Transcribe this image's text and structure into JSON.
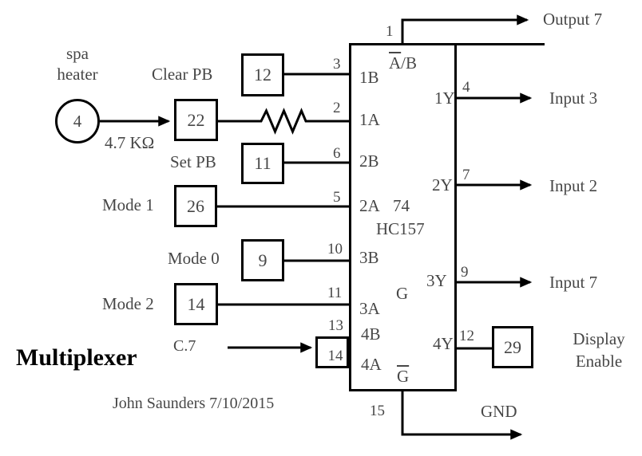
{
  "diagram": {
    "title": "Multiplexer",
    "credit": "John Saunders 7/10/2015",
    "source_node": {
      "line1": "spa",
      "line2": "heater",
      "value": "4"
    },
    "resistor_value": "4.7 KΩ",
    "c7_label": "C.7",
    "left_inputs": [
      {
        "label": "Clear PB",
        "module": "12",
        "pin": "3",
        "pin_name": "1B"
      },
      {
        "label": "",
        "module": "22",
        "pin": "2",
        "pin_name": "1A"
      },
      {
        "label": "Set PB",
        "module": "11",
        "pin": "6",
        "pin_name": "2B"
      },
      {
        "label": "Mode 1",
        "module": "26",
        "pin": "5",
        "pin_name": "2A"
      },
      {
        "label": "Mode 0",
        "module": "9",
        "pin": "10",
        "pin_name": "3B"
      },
      {
        "label": "Mode 2",
        "module": "14",
        "pin": "11",
        "pin_name": "3A"
      }
    ],
    "c7_input": {
      "pin_top": "13",
      "pin_top_name": "4B",
      "pin_bottom": "14",
      "pin_bottom_name": "4A"
    },
    "chip": {
      "part_line1": "74",
      "part_line2": "HC157",
      "select_pin_number": "1",
      "select_a": "A",
      "select_b": "/B",
      "gate_label": "G",
      "enable_label": "G",
      "enable_pin_number": "15",
      "output_top_label": "Output 7",
      "gnd_label": "GND"
    },
    "right_outputs": [
      {
        "pin": "4",
        "pin_name": "1Y",
        "dest": "Input 3"
      },
      {
        "pin": "7",
        "pin_name": "2Y",
        "dest": "Input 2"
      },
      {
        "pin": "9",
        "pin_name": "3Y",
        "dest": "Input 7"
      },
      {
        "pin": "12",
        "pin_name": "4Y",
        "module": "29",
        "dest_line1": "Display",
        "dest_line2": "Enable"
      }
    ]
  }
}
